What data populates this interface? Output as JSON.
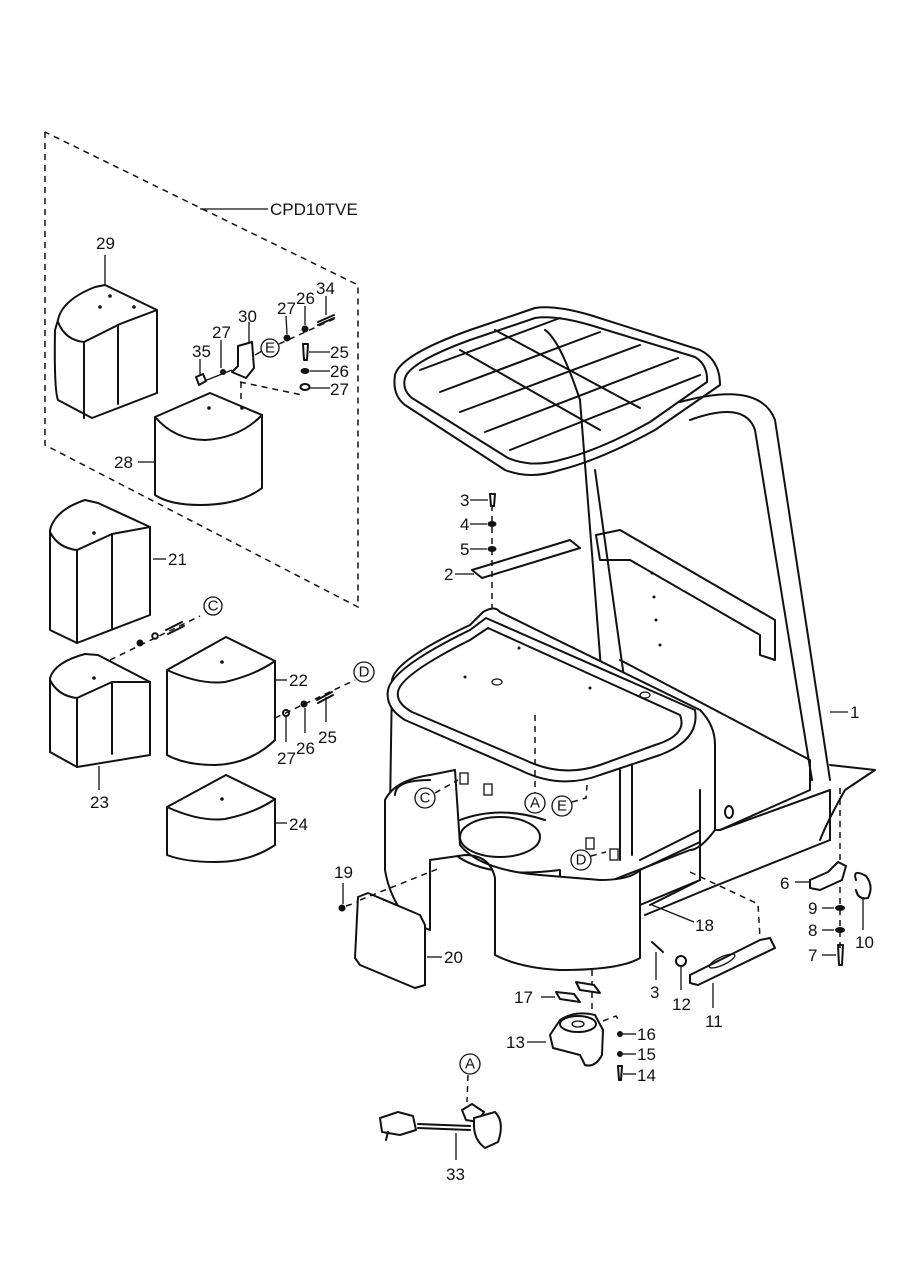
{
  "diagram": {
    "model_label": "CPD10TVE",
    "callouts": {
      "A": "A",
      "C": "C",
      "D": "D",
      "E": "E"
    },
    "parts": {
      "p1": "1",
      "p2": "2",
      "p3a": "3",
      "p3b": "3",
      "p4": "4",
      "p5": "5",
      "p6": "6",
      "p7": "7",
      "p8": "8",
      "p9": "9",
      "p10": "10",
      "p11": "11",
      "p12": "12",
      "p13": "13",
      "p14": "14",
      "p15": "15",
      "p16": "16",
      "p17": "17",
      "p18": "18",
      "p19": "19",
      "p20": "20",
      "p21": "21",
      "p22": "22",
      "p23": "23",
      "p24": "24",
      "p25a": "25",
      "p25b": "25",
      "p26a": "26",
      "p26b": "26",
      "p26c": "26",
      "p27a": "27",
      "p27b": "27",
      "p27c": "27",
      "p27d": "27",
      "p28": "28",
      "p29": "29",
      "p30": "30",
      "p33": "33",
      "p34": "34",
      "p35": "35"
    }
  }
}
